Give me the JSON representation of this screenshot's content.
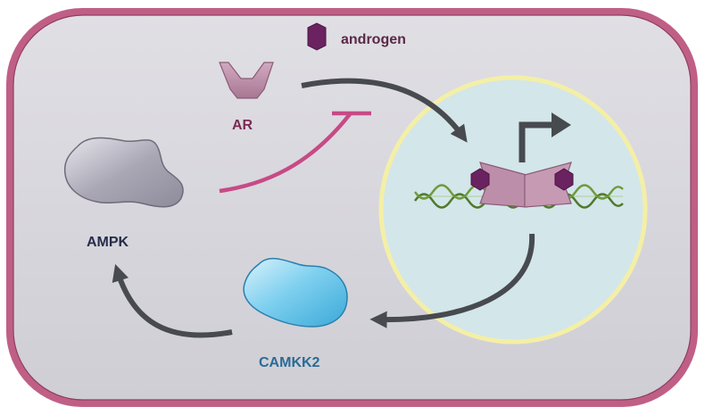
{
  "labels": {
    "androgen": "androgen",
    "ar": "AR",
    "ampk": "AMPK",
    "camkk2": "CAMKK2"
  },
  "colors": {
    "cell_membrane": "#c05f86",
    "cytoplasm": "#d8d7dc",
    "nucleus_fill": "#d3e6ea",
    "nucleus_border": "#f4efa6",
    "androgen": "#6b2260",
    "receptor": "#bd8eaa",
    "inhibition": "#c74a86",
    "arrow": "#474a4f",
    "dna": "#6e9b3c",
    "ampk": "#a9a6b3",
    "camkk2": "#5fc0e6",
    "label_dark": "#262b4a",
    "label_ar": "#7b2a52",
    "label_camkk2": "#2a6b96",
    "label_androgen": "#5a2848"
  }
}
